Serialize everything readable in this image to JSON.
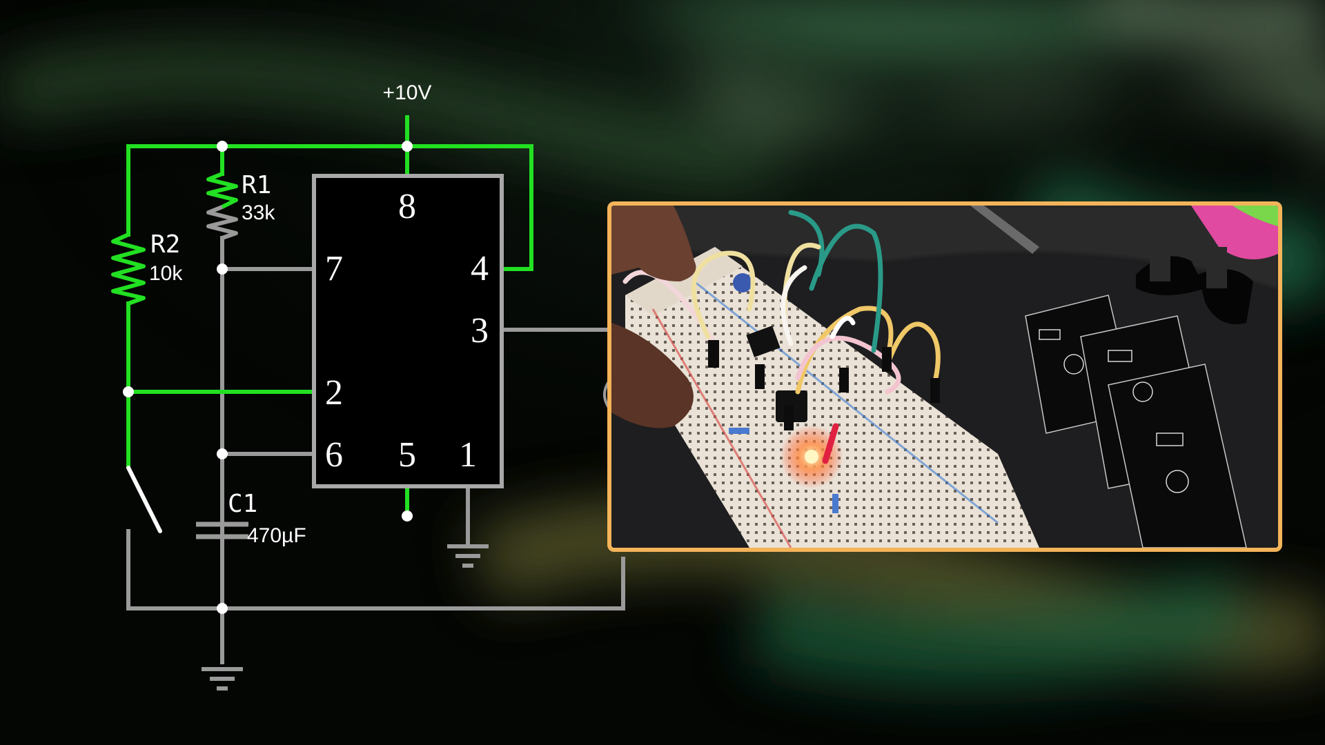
{
  "supply_label": "+10V",
  "ic": {
    "pins": {
      "p8": "8",
      "p7": "7",
      "p4": "4",
      "p3": "3",
      "p2": "2",
      "p6": "6",
      "p5": "5",
      "p1": "1"
    }
  },
  "components": {
    "r1": {
      "name": "R1",
      "value": "33k"
    },
    "r2": {
      "name": "R2",
      "value": "10k"
    },
    "c1": {
      "name": "C1",
      "value": "470µF"
    }
  },
  "colors": {
    "active_wire": "#22e022",
    "inactive_wire": "#9a9a9a",
    "ic_outline": "#a8a8a8",
    "frame_border": "#f4b45a",
    "node_dot": "#ffffff"
  },
  "photo": {
    "border_color": "#f4b45a"
  }
}
